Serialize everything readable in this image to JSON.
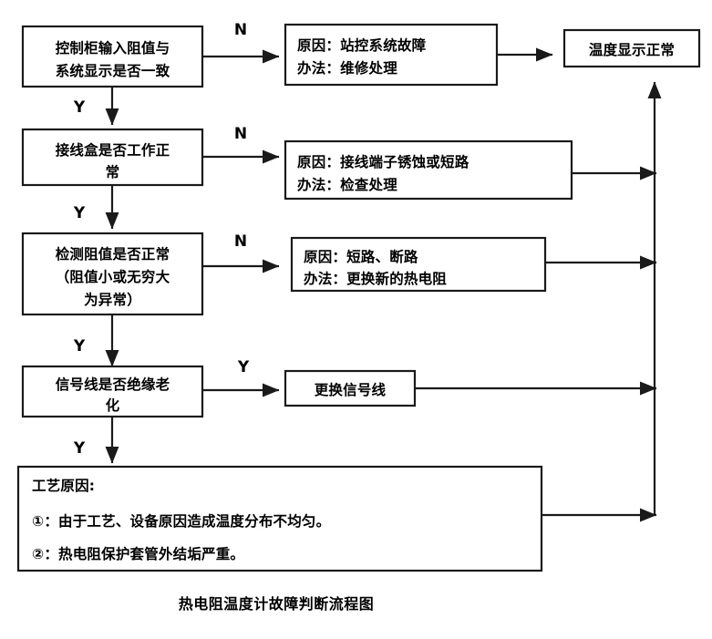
{
  "diagram": {
    "caption": "热电阻温度计故障判断流程图",
    "nodes": {
      "decision1": {
        "line1": "控制柜输入阻值与",
        "line2": "系统显示是否一致"
      },
      "cause1": {
        "line1": "原因：站控系统故障",
        "line2": "办法：维修处理"
      },
      "result": {
        "line1": "温度显示正常"
      },
      "decision2": {
        "line1": "接线盒是否工作正",
        "line2": "常"
      },
      "cause2": {
        "line1": "原因：接线端子锈蚀或短路",
        "line2": "办法：检查处理"
      },
      "decision3": {
        "line1": "检测阻值是否正常",
        "line2": "（阻值小或无穷大",
        "line3": "为异常）"
      },
      "cause3": {
        "line1": "原因：短路、断路",
        "line2": "办法：更换新的热电阻"
      },
      "decision4": {
        "line1": "信号线是否绝缘老",
        "line2": "化"
      },
      "action4": {
        "line1": "更换信号线"
      },
      "process_cause": {
        "line1": "工艺原因:",
        "line2": "①：由于工艺、设备原因造成温度分布不均匀。",
        "line3": "②：热电阻保护套管外结垢严重。"
      }
    },
    "branch_labels": {
      "n1": "N",
      "y1": "Y",
      "n2": "N",
      "y2": "Y",
      "n3": "N",
      "y3": "Y",
      "y4": "Y",
      "y5": "Y"
    },
    "colors": {
      "stroke": "#1a1a1a",
      "fill": "#ffffff",
      "text": "#000000"
    }
  }
}
